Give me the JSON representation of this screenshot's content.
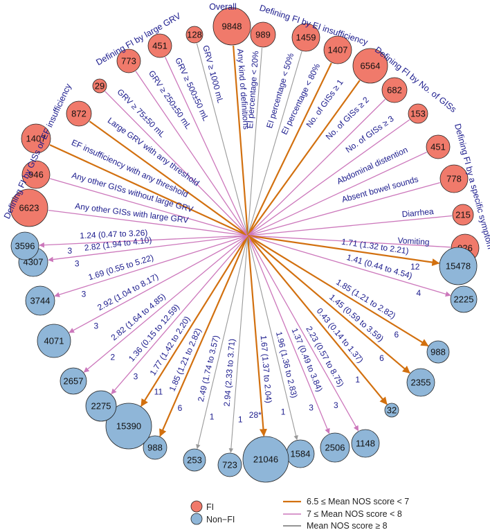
{
  "colors": {
    "fi_fill": "#f07a6b",
    "nonfi_fill": "#8fb6d8",
    "node_stroke": "#222222",
    "score_6_5_7": "#d2700f",
    "score_7_8": "#cc77bb",
    "score_8_plus": "#999999",
    "label_color": "#1a1a8c"
  },
  "group_labels": [
    "Overall",
    "Defining FI by EI insufficiency",
    "Defining FI by No. of GISs",
    "Defining FI by a specific symptom",
    "Defining FI by large GRV",
    "Defining FI by GISs or EF insufficiency"
  ],
  "fi_nodes": [
    {
      "label": "Any other GISs with large GRV",
      "n": "6623",
      "score": "b"
    },
    {
      "label": "Any other GISs without large GRV",
      "n": "946",
      "score": "b"
    },
    {
      "label": "EF insufficiency with any threshold",
      "n": "1407",
      "score": "a"
    },
    {
      "label": "Large GRV with any threshold",
      "n": "872",
      "score": "a"
    },
    {
      "label": "GRV ≥ 75±50 mL",
      "n": "29",
      "score": "b"
    },
    {
      "label": "GRV ≥ 250±50 mL",
      "n": "773",
      "score": "b"
    },
    {
      "label": "GRV ≥ 500±50  mL",
      "n": "451",
      "score": "b"
    },
    {
      "label": "GRV ≥ 1000 mL",
      "n": "128",
      "score": "c"
    },
    {
      "label": "Any kind of definitions",
      "n": "9848",
      "score": "a"
    },
    {
      "label": "EI percentage < 20%",
      "n": "989",
      "score": "c"
    },
    {
      "label": "EI percentage < 50%",
      "n": "1459",
      "score": "c"
    },
    {
      "label": "EI percentage < 80%",
      "n": "1407",
      "score": "a"
    },
    {
      "label": "No. of GISs ≥ 1",
      "n": "6564",
      "score": "a"
    },
    {
      "label": "No. of GISs ≥ 2",
      "n": "682",
      "score": "b"
    },
    {
      "label": "No. of GISs ≥ 3",
      "n": "153",
      "score": "b"
    },
    {
      "label": "Abdominal distention",
      "n": "451",
      "score": "b"
    },
    {
      "label": "Absent bowel sounds",
      "n": "778",
      "score": "b"
    },
    {
      "label": "Diarrhea",
      "n": "215",
      "score": "b"
    },
    {
      "label": "Vomiting",
      "n": "926",
      "score": "b"
    }
  ],
  "nonfi_nodes": [
    {
      "n": "15478",
      "or": "1.71 (1.32 to 2.21)",
      "count": "12",
      "score": "a"
    },
    {
      "n": "2225",
      "or": "1.41 (0.44 to 4.54)",
      "count": "4",
      "score": "b"
    },
    {
      "n": "988",
      "or": "1.85 (1.21 to 2.82)",
      "count": "6",
      "score": "a"
    },
    {
      "n": "2355",
      "or": "1.45 (0.59 to 3.59)",
      "count": "6",
      "score": "a"
    },
    {
      "n": "32",
      "or": "0.43 (0.14 to 1.37)",
      "count": "1",
      "score": "a"
    },
    {
      "n": "1148",
      "or": "2.23 (0.57 to 8.75)",
      "count": "3",
      "score": "b"
    },
    {
      "n": "2506",
      "or": "1.37 (0.49 to 3.84)",
      "count": "3",
      "score": "b"
    },
    {
      "n": "1584",
      "or": "1.96 (1.36 to 2.83)",
      "count": "1",
      "score": "c"
    },
    {
      "n": "21046",
      "or": "1.67 (1.37 to 2.04)",
      "count": "28*",
      "score": "a"
    },
    {
      "n": "723",
      "or": "2.94 (2.33 to 3.71)",
      "count": "1",
      "score": "c"
    },
    {
      "n": "253",
      "or": "2.49 (1.74 to 3.57)",
      "count": "1",
      "score": "c"
    },
    {
      "n": "988",
      "or": "1.85 (1.21 to 2.82)",
      "count": "6",
      "score": "a"
    },
    {
      "n": "15390",
      "or": "1.77 (1.42 to 2.20)",
      "count": "11",
      "score": "a"
    },
    {
      "n": "2275",
      "or": "1.36 (0.15 to 12.59)",
      "count": "3",
      "score": "b"
    },
    {
      "n": "2657",
      "or": "2.82 (1.64 to 4.85)",
      "count": "2",
      "score": "b"
    },
    {
      "n": "4071",
      "or": "2.92 (1.04 to 8.17)",
      "count": "3",
      "score": "b"
    },
    {
      "n": "3744",
      "or": "1.69 (0.55 to 5.22)",
      "count": "3",
      "score": "b"
    },
    {
      "n": "4307",
      "or": "2.82 (1.94 to 4.10)",
      "count": "3",
      "score": "b"
    },
    {
      "n": "3596",
      "or": "1.24 (0.47 to 3.26)",
      "count": "3",
      "score": "b"
    }
  ],
  "legend": {
    "fi": "FI",
    "nonfi": "Non−FI",
    "score_a": "6.5 ≤ Mean NOS score < 7",
    "score_b": "7 ≤ Mean NOS score < 8",
    "score_c": "Mean NOS score ≥ 8"
  }
}
